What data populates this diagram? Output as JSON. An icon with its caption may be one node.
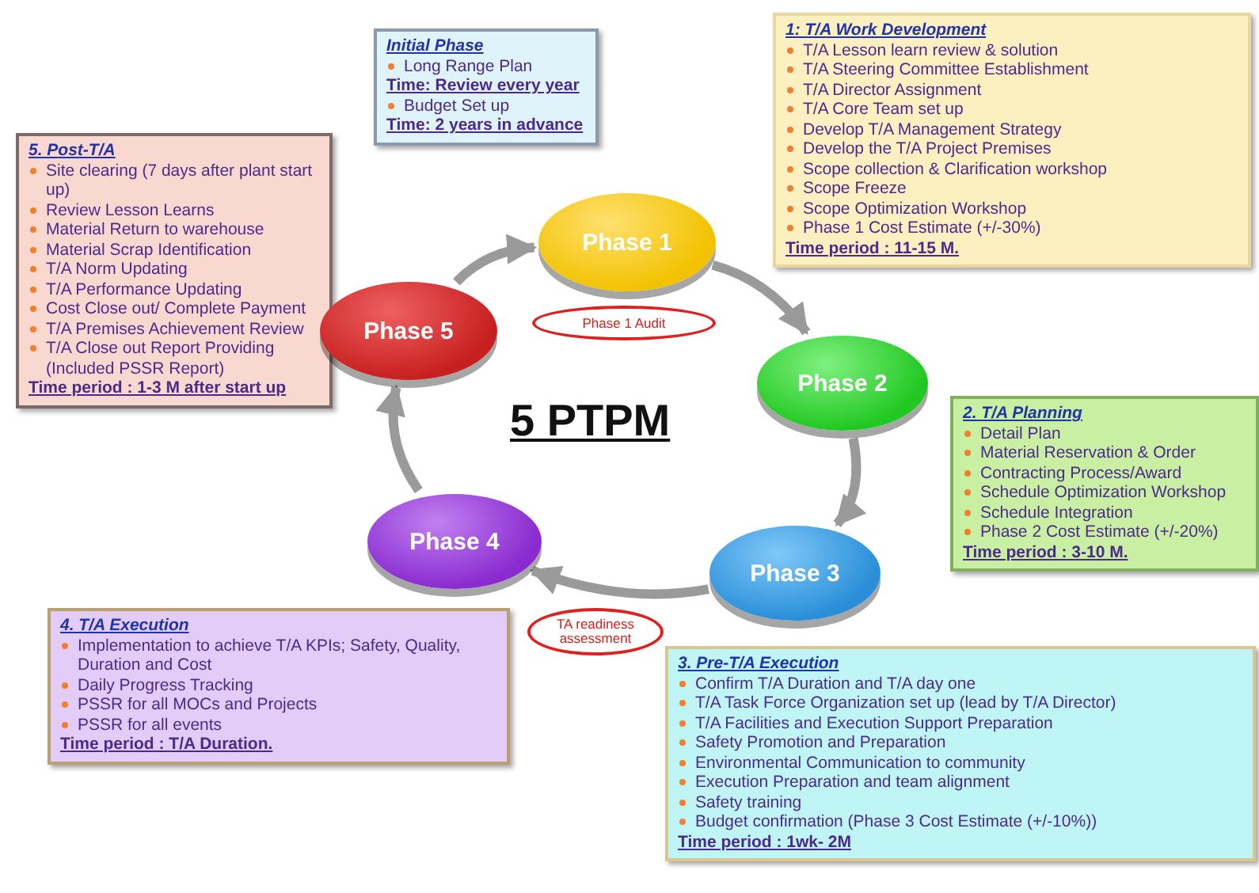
{
  "diagram": {
    "title": "5 PTPM",
    "nodes": [
      {
        "text": [
          "Initial Phase",
          "Long Range Plan",
          "Time: Review every year",
          "Budget Set up",
          "Time: 2 years in advance"
        ]
      },
      {
        "text": [
          "1: T/A Work Development",
          "T/A Lesson learn review & solution",
          "T/A Steering Committee Establishment",
          "T/A Director Assignment",
          "T/A Core Team set up",
          "Develop T/A Management Strategy",
          "Develop the T/A Project Premises",
          "Scope collection & Clarification workshop",
          "Scope Freeze",
          "Scope Optimization Workshop",
          "Phase 1 Cost Estimate (+/-30%)",
          "Time period : 11-15 M."
        ]
      },
      {
        "text": [
          "5. Post-T/A",
          "Site clearing (7 days after plant start up)",
          "Review Lesson Learns",
          "Material Return to warehouse",
          "Material Scrap Identification",
          "T/A Norm Updating",
          "T/A Performance Updating",
          "Cost Close out/ Complete Payment",
          "T/A Premises Achievement Review",
          "T/A Close out Report Providing (Included PSSR Report)",
          "Time period : 1-3 M after start up"
        ]
      },
      {
        "text": [
          "Phase 1"
        ]
      },
      {
        "text": [
          "Phase 1 Audit"
        ]
      },
      {
        "text": [
          "Phase 5"
        ]
      },
      {
        "text": [
          "Phase 2"
        ]
      },
      {
        "text": [
          "2. T/A Planning",
          "Detail Plan",
          "Material Reservation & Order",
          "Contracting Process/Award",
          "Schedule Optimization Workshop",
          "Schedule Integration",
          "Phase 2 Cost Estimate (+/-20%)",
          "Time period : 3-10 M."
        ]
      },
      {
        "text": [
          "Phase 4"
        ]
      },
      {
        "text": [
          "TA readiness assessment"
        ]
      },
      {
        "text": [
          "Phase 3"
        ]
      },
      {
        "text": [
          "4. T/A Execution",
          "Implementation to achieve T/A KPIs; Safety, Quality, Duration and Cost",
          "Daily Progress Tracking",
          "PSSR for all MOCs and Projects",
          "PSSR for all events",
          "Time period : T/A Duration."
        ]
      },
      {
        "text": [
          "3. Pre-T/A Execution",
          "Confirm T/A Duration and T/A day one",
          "T/A Task Force Organization set up (lead by T/A Director)",
          "T/A Facilities and Execution Support Preparation",
          "Safety Promotion and Preparation",
          "Environmental Communication to community",
          "Execution Preparation and team alignment",
          "Safety training",
          "Budget confirmation (Phase 3 Cost Estimate (+/-10%))",
          "Time period : 1wk- 2M"
        ]
      }
    ],
    "edges": [
      {
        "from": 3,
        "to": 6,
        "arrow": "to"
      },
      {
        "from": 6,
        "to": 10,
        "arrow": "to"
      },
      {
        "from": 10,
        "to": 8,
        "arrow": "to"
      },
      {
        "from": 8,
        "to": 5,
        "arrow": "to"
      },
      {
        "from": 5,
        "to": 3,
        "arrow": "to"
      }
    ]
  }
}
